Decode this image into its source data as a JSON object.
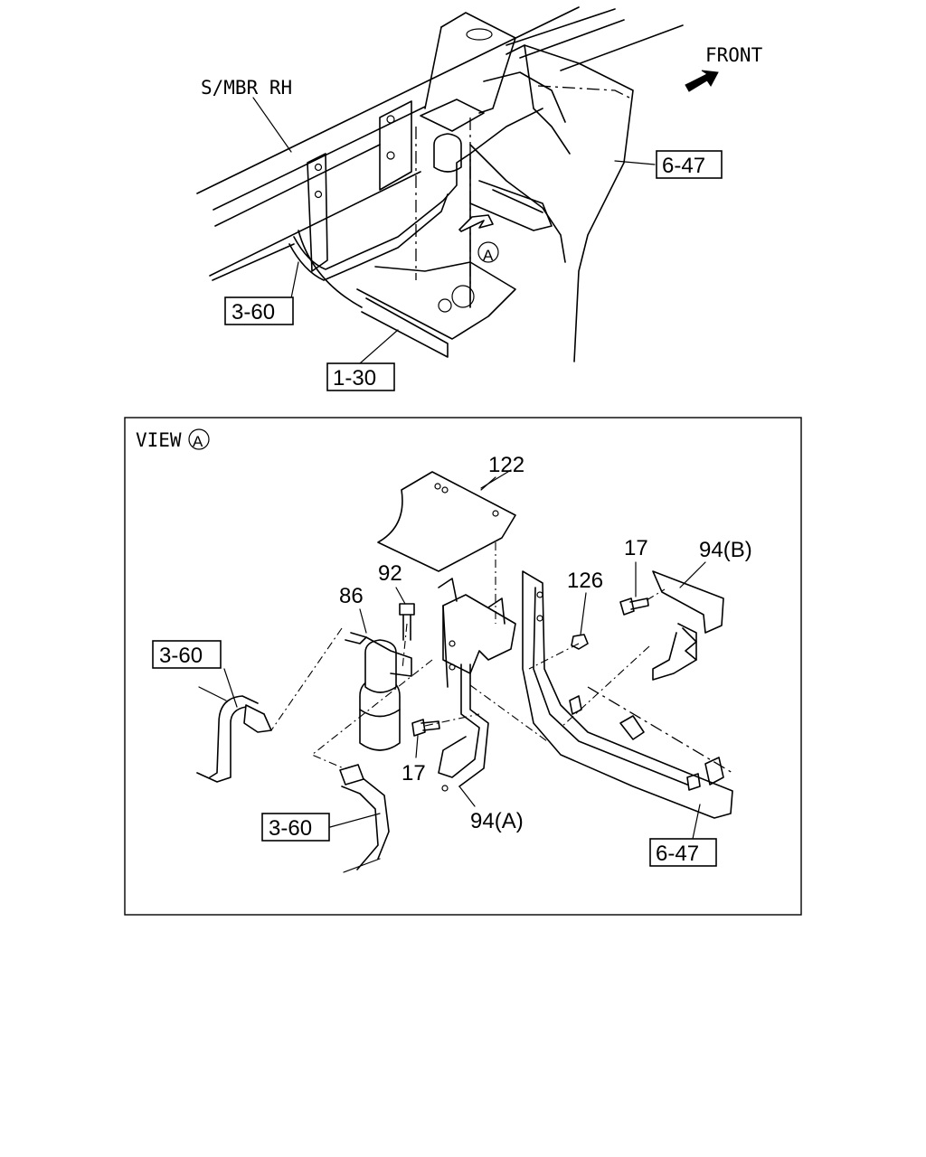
{
  "overview": {
    "member_label": "S/MBR RH",
    "front_label": "FRONT",
    "view_marker": "A",
    "refs": [
      "6-47",
      "3-60",
      "1-30"
    ]
  },
  "detail": {
    "view_label": "VIEW",
    "view_marker": "A",
    "part_numbers": {
      "p122": "122",
      "p17_top": "17",
      "p94b": "94(B)",
      "p92": "92",
      "p126": "126",
      "p86": "86",
      "p17_bottom": "17",
      "p94a": "94(A)"
    },
    "refs": {
      "hose_upper": "3-60",
      "hose_lower": "3-60",
      "frame": "6-47"
    }
  }
}
